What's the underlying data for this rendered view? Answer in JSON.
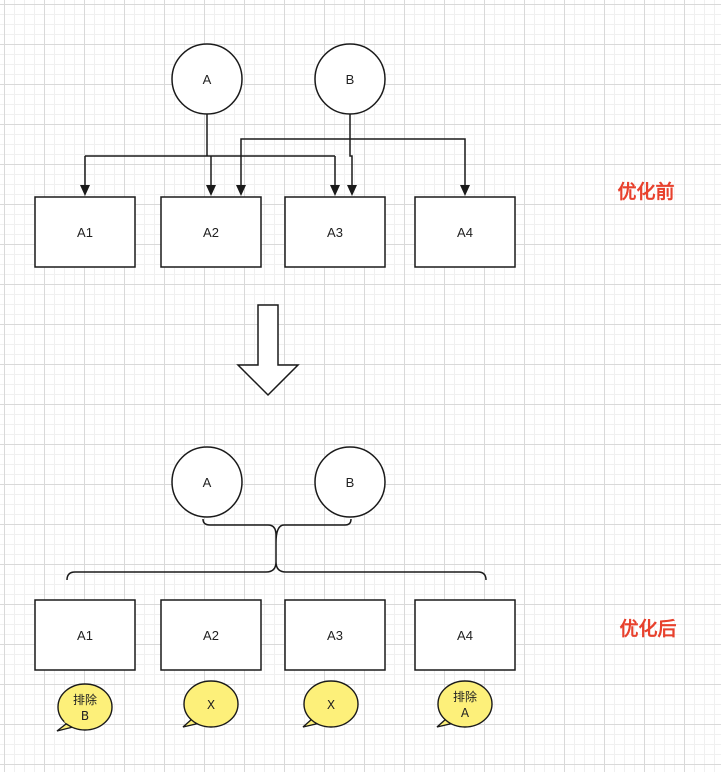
{
  "colors": {
    "title_red": "#e8412d",
    "bubble_fill": "#fdf07a",
    "stroke": "#1a1a1a"
  },
  "before": {
    "title": "优化前",
    "circle_a": "A",
    "circle_b": "B",
    "boxes": [
      "A1",
      "A2",
      "A3",
      "A4"
    ]
  },
  "after": {
    "title": "优化后",
    "circle_a": "A",
    "circle_b": "B",
    "boxes": [
      "A1",
      "A2",
      "A3",
      "A4"
    ],
    "bubbles": [
      {
        "line1": "排除",
        "line2": "B"
      },
      {
        "line1": "X"
      },
      {
        "line1": "X"
      },
      {
        "line1": "排除",
        "line2": "A"
      }
    ]
  }
}
